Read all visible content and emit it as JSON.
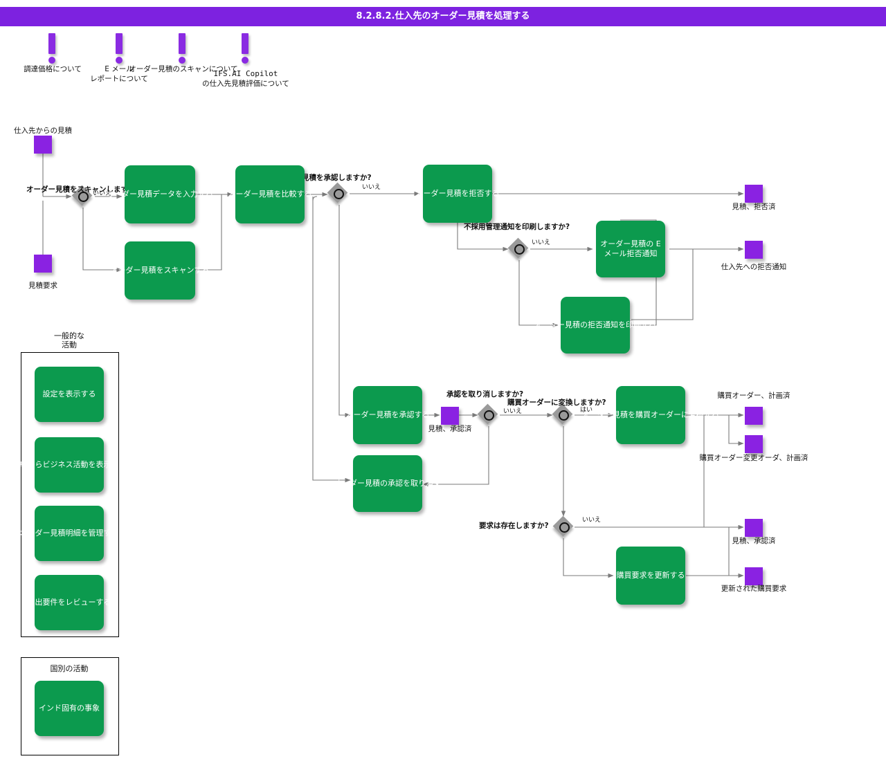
{
  "header": {
    "title": "8.2.8.2.仕入先のオーダー見積を処理する",
    "bar_color": "#7d22e0"
  },
  "colors": {
    "process": "#0c9a4e",
    "terminator": "#8a22e2",
    "decision": "#9a9a9a",
    "connector": "#6b6b6b",
    "text_light": "#ffffff",
    "text_dark": "#111111"
  },
  "annotations": [
    {
      "icon": "exclamation-icon",
      "label": "調達価格について"
    },
    {
      "icon": "exclamation-icon",
      "label_line1": "E メール",
      "label_line2": "レポートについて"
    },
    {
      "icon": "exclamation-icon",
      "label": "オーダー見積のスキャンについて"
    },
    {
      "icon": "exclamation-icon",
      "label_line1": "IFS.AI Copilot",
      "label_line2": "の仕入先見積評価について"
    }
  ],
  "terminators": {
    "quote_from_supplier": "仕入先からの見積",
    "quote_request": "見積要求",
    "quote_rejected": "見積、拒否済",
    "rejection_notice_to_supplier": "仕入先への拒否通知",
    "quote_approved_mid": "見積、承認済",
    "purchase_order_planned": "購買オーダー、計画済",
    "purchase_order_change_planned": "購買オーダー変更オーダ、計画済",
    "quote_approved_right": "見積、承認済",
    "updated_purchase_requisition": "更新された購買要求"
  },
  "decisions": [
    {
      "id": "scan-quote",
      "question": "オーダー見積をスキャンしますか",
      "branch_label": "いいえ"
    },
    {
      "id": "approve-quote",
      "question": "見積を承認しますか?",
      "branch_label": "いいえ"
    },
    {
      "id": "print-rejection",
      "question": "不採用管理通知を印刷しますか?",
      "branch_label": "いいえ"
    },
    {
      "id": "cancel-approval",
      "question": "承認を取り消しますか?",
      "branch_label": "いいえ"
    },
    {
      "id": "convert-to-po",
      "question": "購買オーダーに変換しますか?",
      "branch_label": "はい"
    },
    {
      "id": "requisition-exists",
      "question": "要求は存在しますか?",
      "branch_label": "いいえ"
    }
  ],
  "processes": {
    "enter_quote_data": "オーダー見積データを入力する",
    "scan_quote": "オーダー見積をスキャンする",
    "compare_quote": "オーダー見積を比較する",
    "reject_quote": "オーダー見積を拒否する",
    "email_rejection": "オーダー見積の E メール拒否通知",
    "print_rejection": "オーダー見積の拒否通知を印刷する",
    "approve_quote": "オーダー見積を承認する",
    "cancel_quote_approval": "オーダー見積の承認を取り消す",
    "convert_to_po": "オーダー見積を購買オーダーに変換する",
    "update_requisition": "購買要求を更新する"
  },
  "panels": {
    "common": {
      "title_line1": "一般的な",
      "title_line2": "活動",
      "items": [
        "設定を表示する",
        "契約からビジネス活動を表示する",
        "オーダー見積明細を管理する",
        "支出要件をレビューする"
      ]
    },
    "country": {
      "title": "国別の活動",
      "items": [
        "インド固有の事象"
      ]
    }
  }
}
